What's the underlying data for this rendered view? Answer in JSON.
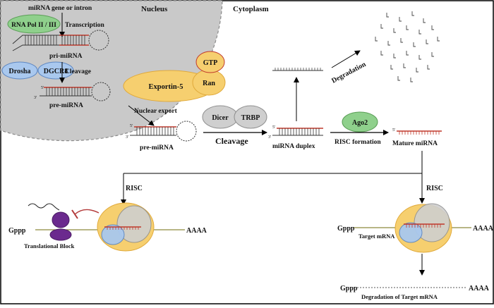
{
  "colors": {
    "nucleus_fill": "#c9c9c9",
    "nucleus_stroke": "#8a8a8a",
    "frame": "#000000",
    "yellow": "#f6cf6f",
    "yellow_stroke": "#e0a93a",
    "green": "#8fd08c",
    "green_stroke": "#5a9e56",
    "blue": "#a9c8ee",
    "blue_stroke": "#5d87c2",
    "gray": "#cfcfcf",
    "gray_stroke": "#909090",
    "purple": "#6b2a8e",
    "red_strand": "#c0392b",
    "mrna_line": "#8d8b3c",
    "inhibit": "#b33a3a"
  },
  "labels": {
    "nucleus": "Nucleus",
    "cytoplasm": "Cytoplasm",
    "mirna_gene": "miRNA gene or intron",
    "rna_pol": "RNA Pol II / III",
    "transcription": "Transcription",
    "pri_mirna": "pri-miRNA",
    "drosha": "Drosha",
    "dgcr8": "DGCR8",
    "cleavage_nuc": "Cleavage",
    "pre_mirna_nuc": "pre-miRNA",
    "nuclear_export": "Nuclear export",
    "exportin": "Exportin-5",
    "gtp": "GTP",
    "ran": "Ran",
    "pre_mirna_cyto": "pre-miRNA",
    "dicer": "Dicer",
    "trbp": "TRBP",
    "cleavage_cyto": "Cleavage",
    "mirna_duplex": "miRNA duplex",
    "degradation": "Degradation",
    "ago2": "Ago2",
    "risc_formation": "RISC formation",
    "mature_mirna": "Mature miRNA",
    "risc_left": "RISC",
    "risc_right": "RISC",
    "gppp_left": "Gppp",
    "aaaa_left": "AAAA",
    "translational_block": "Translational Block",
    "gppp_right": "Gppp",
    "aaaa_right": "AAAA",
    "target_mrna": "Target mRNA",
    "gppp_bottom": "Gppp",
    "aaaa_bottom": "AAAA",
    "degradation_target": "Degradation of Target mRNA",
    "five_prime": "5'",
    "three_prime": "3'"
  }
}
